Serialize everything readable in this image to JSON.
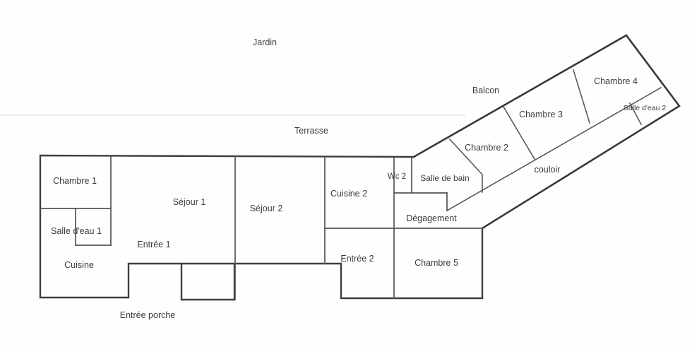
{
  "plan": {
    "outside_areas": {
      "jardin": "Jardin",
      "terrasse": "Terrasse",
      "balcon": "Balcon",
      "entree_porche": "Entrée porche"
    },
    "rooms": {
      "chambre1": "Chambre 1",
      "salle_eau1": "Salle d'eau 1",
      "cuisine": "Cuisine",
      "entree1": "Entrée 1",
      "sejour1": "Séjour 1",
      "sejour2": "Séjour 2",
      "cuisine2": "Cuisine 2",
      "entree2": "Entrée 2",
      "wc2": "Wc 2",
      "salle_de_bain": "Salle de bain",
      "degagement": "Dégagement",
      "chambre5": "Chambre 5",
      "chambre2": "Chambre 2",
      "chambre3": "Chambre 3",
      "chambre4": "Chambre 4",
      "salle_eau2": "Salle d'eau 2",
      "couloir": "couloir"
    },
    "colors": {
      "outer_wall": "#3e3e3e",
      "wing_wall": "#383838",
      "inner_wall": "#555555",
      "wing_inner_wall": "#5a5a5a",
      "text": "#3b3b3b",
      "faint_line": "#e6e6e6",
      "background": "#fefefe"
    }
  }
}
